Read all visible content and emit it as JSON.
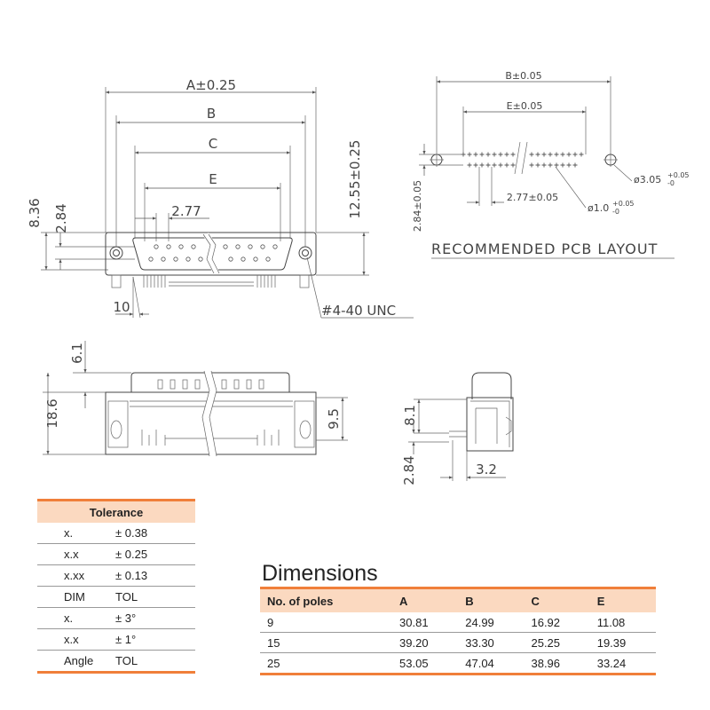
{
  "drawing": {
    "front": {
      "a_label": "A±0.25",
      "b_label": "B",
      "c_label": "C",
      "e_label": "E",
      "pitch_label": "2.77",
      "h_836": "8.36",
      "h_284": "2.84",
      "h_1255": "12.55±0.25",
      "l_10": "10",
      "screw_label": "#4-40 UNC"
    },
    "pcb": {
      "b_label": "B±0.05",
      "e_label": "E±0.05",
      "pitch_label": "2.77±0.05",
      "hole_label": "ø1.0",
      "hole_tol_plus": "+0.05",
      "hole_tol_minus": "-0",
      "mount_label": "ø3.05",
      "mount_tol_plus": "+0.05",
      "mount_tol_minus": "-0",
      "row_label": "2.84±0.05",
      "title": "RECOMMENDED PCB LAYOUT"
    },
    "bottom": {
      "h_61": "6.1",
      "h_186": "18.6",
      "h_95": "9.5"
    },
    "side": {
      "h_81": "8.1",
      "h_284": "2.84",
      "w_32": "3.2"
    }
  },
  "tolerance": {
    "title": "Tolerance",
    "rows": [
      [
        "x.",
        "± 0.38"
      ],
      [
        "x.x",
        "± 0.25"
      ],
      [
        "x.xx",
        "± 0.13"
      ],
      [
        "DIM",
        "TOL"
      ],
      [
        "x.",
        "± 3°"
      ],
      [
        "x.x",
        "± 1°"
      ],
      [
        "Angle",
        "TOL"
      ]
    ]
  },
  "dimensions": {
    "title": "Dimensions",
    "headers": [
      "No. of poles",
      "A",
      "B",
      "C",
      "E"
    ],
    "rows": [
      [
        "9",
        "30.81",
        "24.99",
        "16.92",
        "11.08"
      ],
      [
        "15",
        "39.20",
        "33.30",
        "25.25",
        "19.39"
      ],
      [
        "25",
        "53.05",
        "47.04",
        "38.96",
        "33.24"
      ]
    ]
  }
}
